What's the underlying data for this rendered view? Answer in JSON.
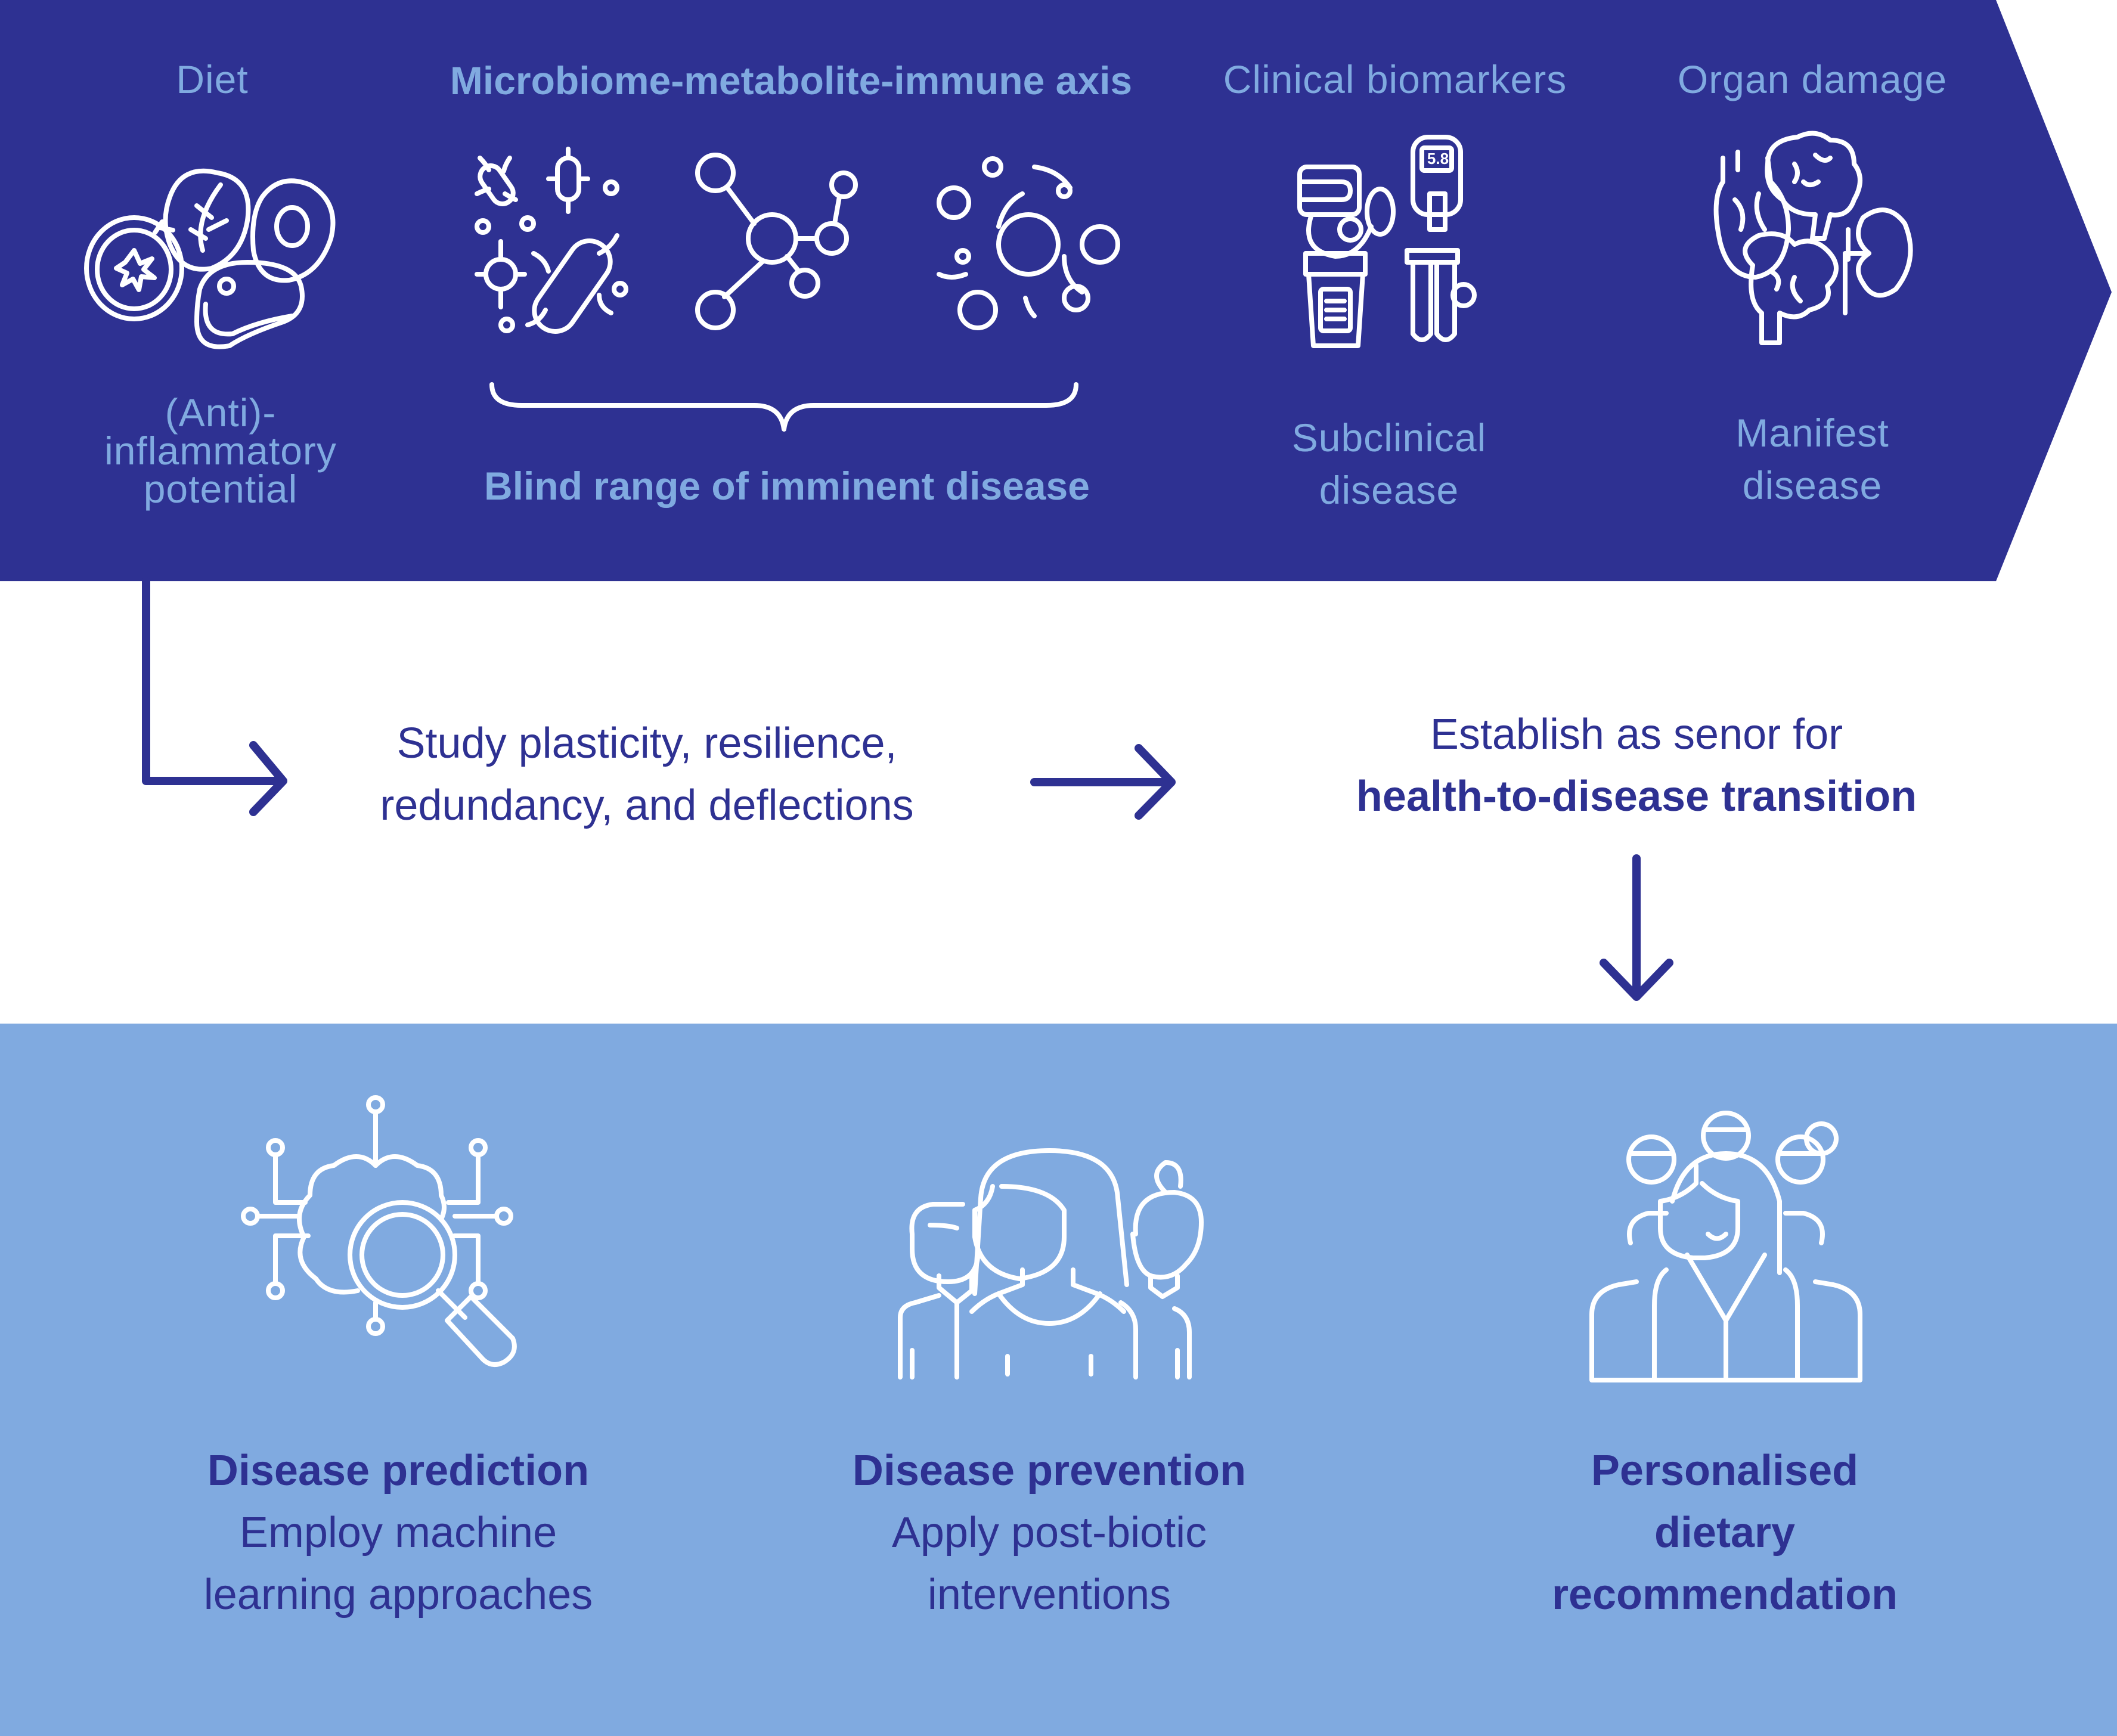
{
  "colors": {
    "banner": "#2E3192",
    "banner_text": "#80AAE0",
    "band": "#80AAE0",
    "navy_text": "#2E3192",
    "icon_stroke": "#FFFFFF",
    "background": "#FFFFFF"
  },
  "banner": {
    "diet": {
      "title": "Diet",
      "caption_lines": [
        "(Anti)-",
        "inflammatory",
        "potential"
      ],
      "icon": "food-icon"
    },
    "axis": {
      "title": "Microbiome-metabolite-immune axis",
      "caption": "Blind range of imminent disease",
      "icons": [
        "bacteria-icon",
        "molecule-icon",
        "cells-icon"
      ],
      "brace": "curly-brace"
    },
    "biomarkers": {
      "title": "Clinical biomarkers",
      "caption_lines": [
        "Subclinical",
        "disease"
      ],
      "icon": "medical-devices-icon",
      "glucometer_reading": "5.8"
    },
    "organs": {
      "title": "Organ damage",
      "caption_lines": [
        "Manifest",
        "disease"
      ],
      "icon": "organs-icon"
    }
  },
  "middle": {
    "study_lines": [
      "Study plasticity, resilience,",
      "redundancy, and deflections"
    ],
    "establish_line": "Establish as senor for",
    "establish_bold": "health-to-disease transition"
  },
  "outcomes": [
    {
      "title": "Disease prediction",
      "lines": [
        "Employ machine",
        "learning approaches"
      ],
      "icon": "brain-magnifier-icon"
    },
    {
      "title": "Disease prevention",
      "lines": [
        "Apply post-biotic",
        "interventions"
      ],
      "icon": "family-icon"
    },
    {
      "title_lines": [
        "Personalised",
        "dietary",
        "recommendation"
      ],
      "icon": "group-icon"
    }
  ]
}
